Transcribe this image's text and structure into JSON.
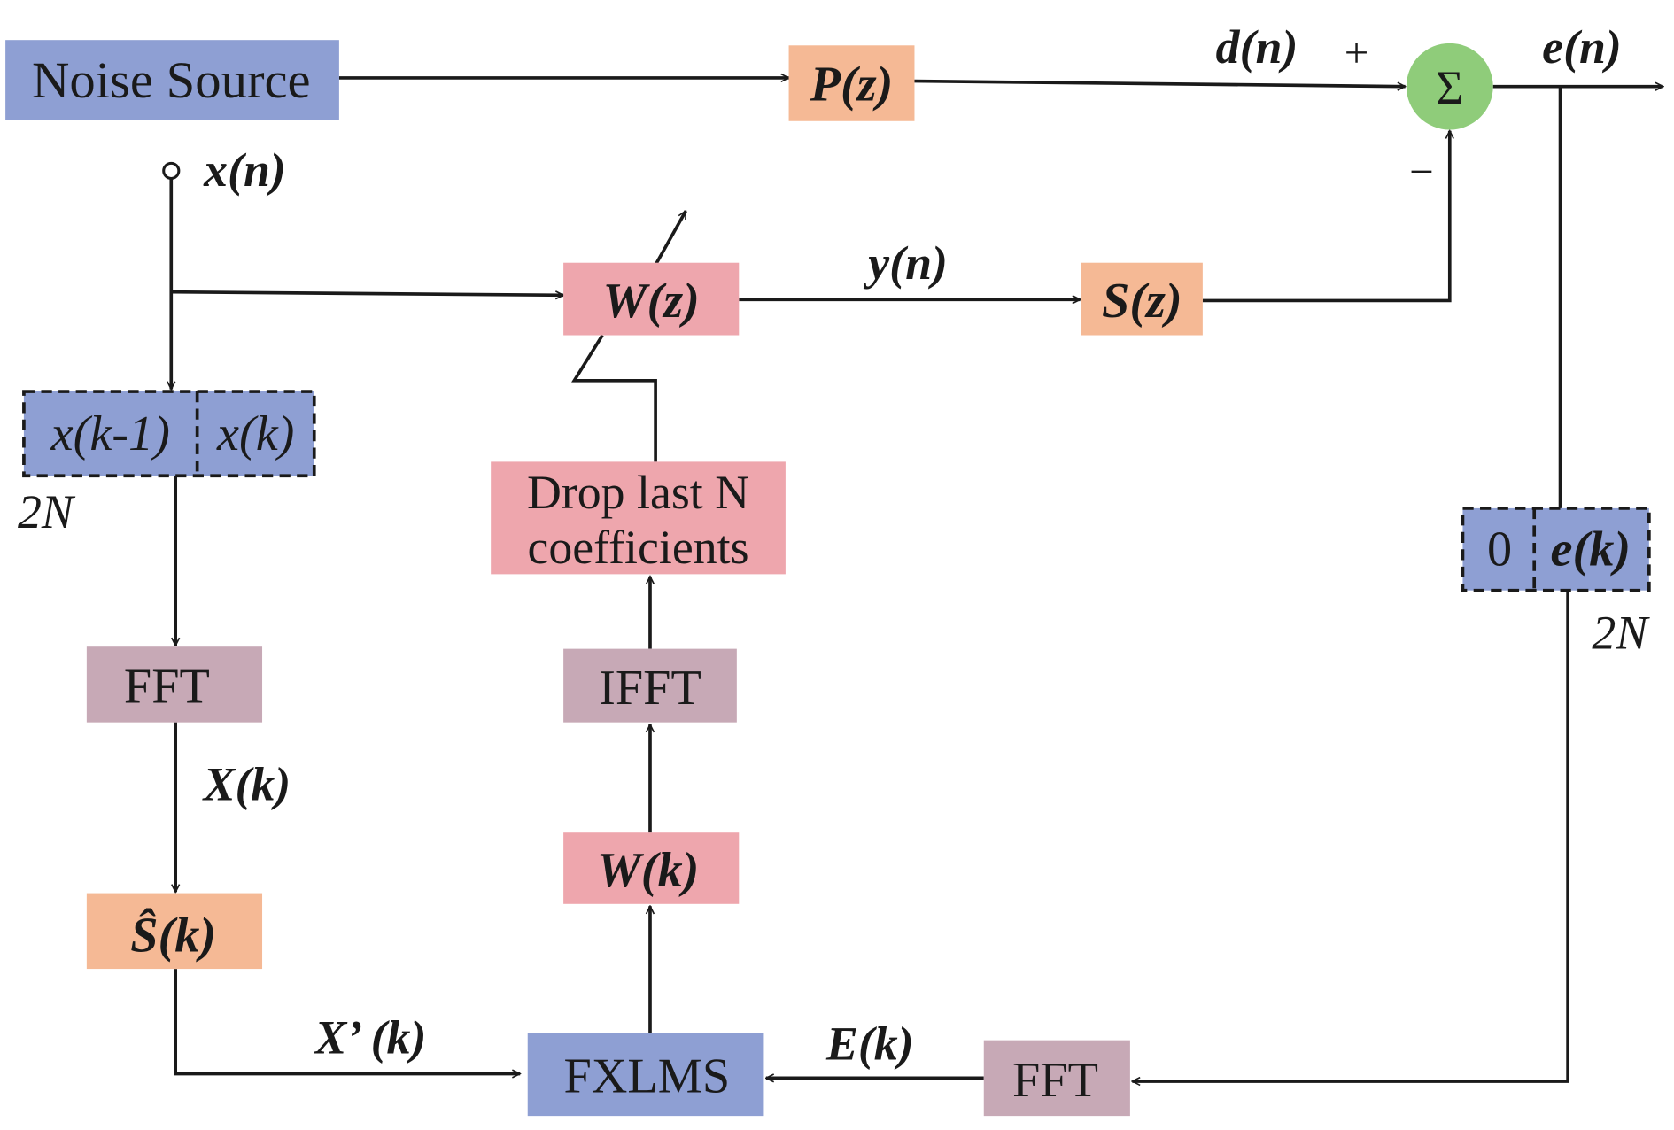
{
  "blocks": {
    "noise_source": "Noise Source",
    "primary_path": "P(z)",
    "adaptive_filter": "W(z)",
    "secondary_path": "S(z)",
    "input_buffer_prev": "x(k-1)",
    "input_buffer_curr": "x(k)",
    "fft_input": "FFT",
    "secondary_estimate": "Ŝ(k)",
    "fxlms": "FXLMS",
    "weights_freq": "W(k)",
    "ifft": "IFFT",
    "drop_line1": "Drop last N",
    "drop_line2": "coefficients",
    "error_buffer_zero": "0",
    "error_buffer_curr": "e(k)",
    "fft_error": "FFT",
    "summing_junction": "Σ"
  },
  "signals": {
    "desired": "d(n)",
    "error": "e(n)",
    "input": "x(n)",
    "output": "y(n)",
    "input_spectrum": "X(k)",
    "filtered_spectrum": "X’ (k)",
    "error_spectrum": "E(k)",
    "plus": "+",
    "minus": "−",
    "block_size_left": "2N",
    "block_size_right": "2N"
  },
  "colors": {
    "blue": "#8e9fd3",
    "peach": "#f5b995",
    "pink": "#eea6ad",
    "mauve": "#c7a9b6",
    "green": "#8fcc7a"
  }
}
